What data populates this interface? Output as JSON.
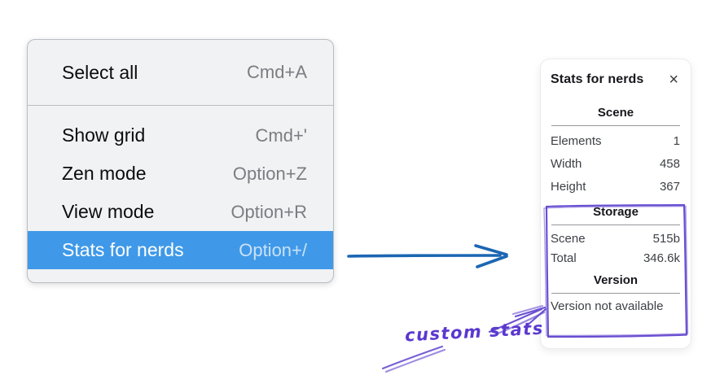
{
  "context_menu": {
    "items": [
      {
        "label": "Select all",
        "shortcut": "Cmd+A",
        "selected": false
      },
      {
        "label": "Show grid",
        "shortcut": "Cmd+'",
        "selected": false
      },
      {
        "label": "Zen mode",
        "shortcut": "Option+Z",
        "selected": false
      },
      {
        "label": "View mode",
        "shortcut": "Option+R",
        "selected": false
      },
      {
        "label": "Stats for nerds",
        "shortcut": "Option+/",
        "selected": true
      }
    ]
  },
  "stats_panel": {
    "title": "Stats for nerds",
    "close_icon": "×",
    "sections": [
      {
        "heading": "Scene",
        "rows": [
          {
            "label": "Elements",
            "value": "1"
          },
          {
            "label": "Width",
            "value": "458"
          },
          {
            "label": "Height",
            "value": "367"
          }
        ]
      },
      {
        "heading": "Storage",
        "rows": [
          {
            "label": "Scene",
            "value": "515b"
          },
          {
            "label": "Total",
            "value": "346.6k"
          }
        ]
      },
      {
        "heading": "Version",
        "note": "Version not available"
      }
    ]
  },
  "annotations": {
    "custom_stats_label": "custom stats",
    "colors": {
      "menu_highlight_blue": "#3f99e8",
      "arrow_blue": "#1b66b3",
      "annotation_purple": "#6a4fd1"
    }
  }
}
